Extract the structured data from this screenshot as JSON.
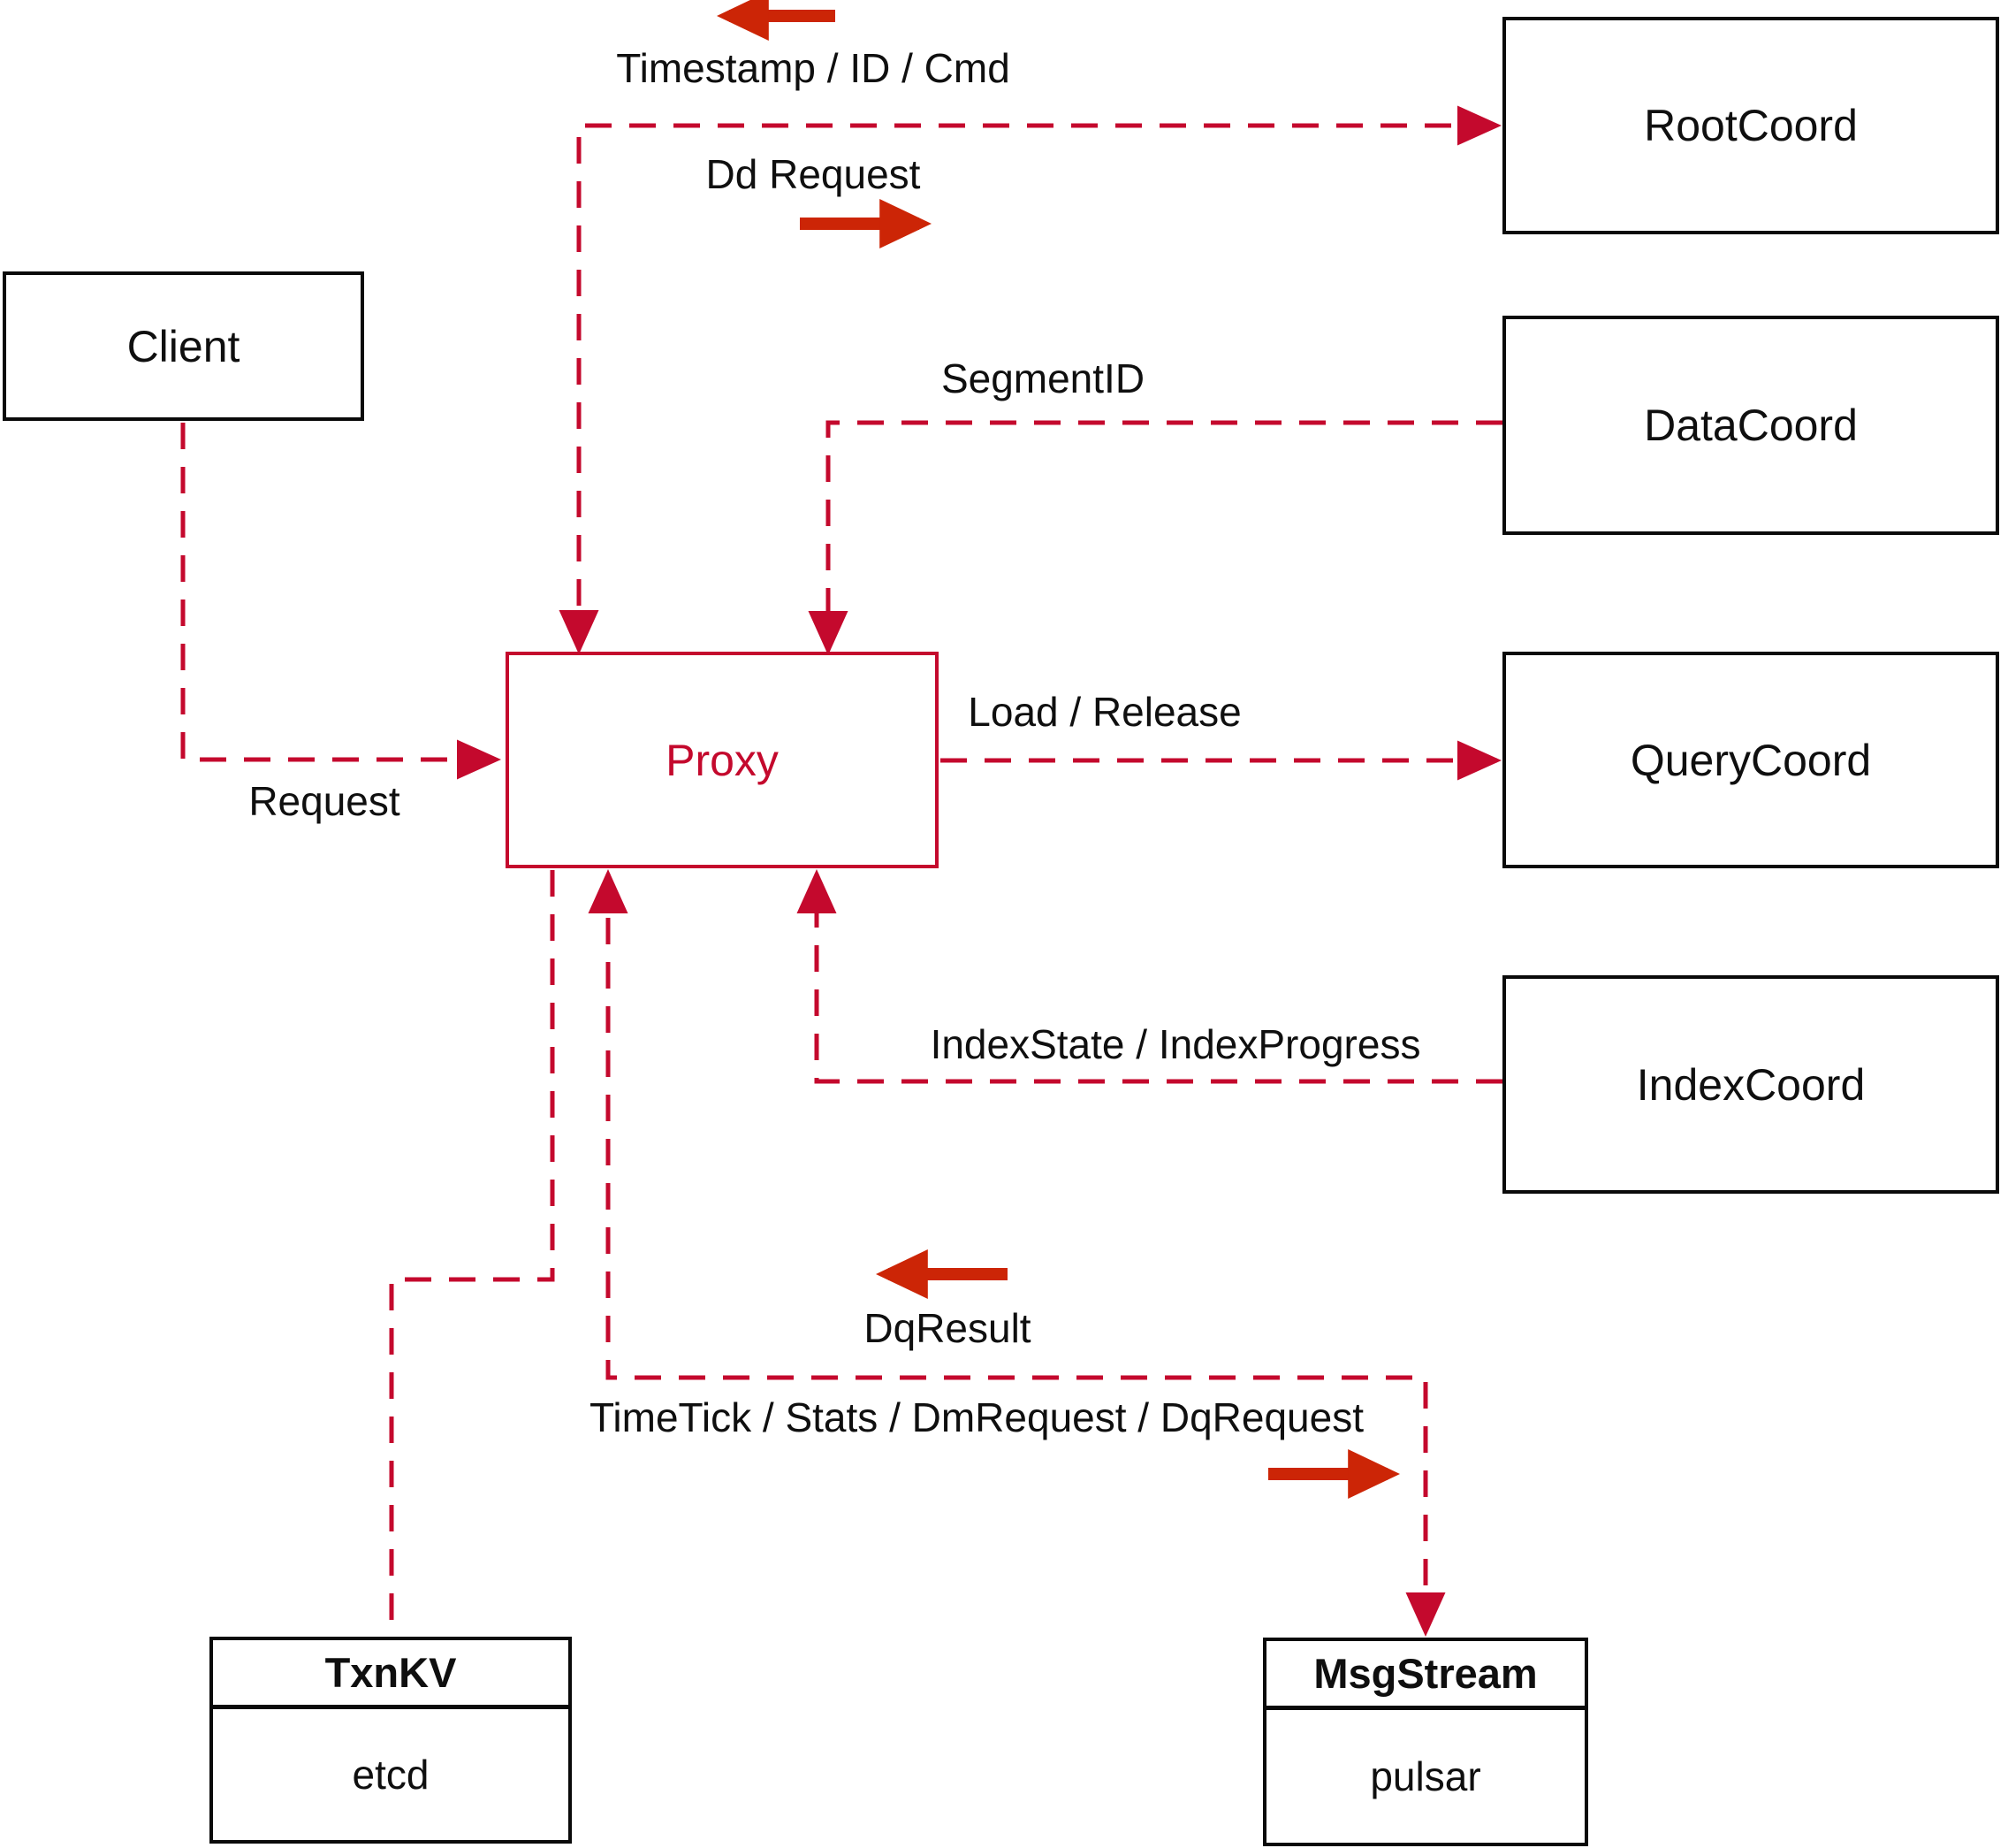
{
  "nodes": {
    "client": {
      "label": "Client"
    },
    "proxy": {
      "label": "Proxy"
    },
    "root_coord": {
      "label": "RootCoord"
    },
    "data_coord": {
      "label": "DataCoord"
    },
    "query_coord": {
      "label": "QueryCoord"
    },
    "index_coord": {
      "label": "IndexCoord"
    },
    "txn_kv": {
      "title": "TxnKV",
      "subtitle": "etcd"
    },
    "msg_stream": {
      "title": "MsgStream",
      "subtitle": "pulsar"
    }
  },
  "edges": [
    {
      "id": "client-to-proxy",
      "from": "Client",
      "to": "Proxy",
      "label": "Request",
      "style": "dashed",
      "arrowheads": "to"
    },
    {
      "id": "proxy-to-rootcoord",
      "from": "Proxy",
      "to": "RootCoord",
      "label": "Timestamp / ID / Cmd",
      "label2": "Dd Request",
      "style": "dashed",
      "arrowheads": "both"
    },
    {
      "id": "datacoord-to-proxy",
      "from": "DataCoord",
      "to": "Proxy",
      "label": "SegmentID",
      "style": "dashed",
      "arrowheads": "to"
    },
    {
      "id": "proxy-to-querycoord",
      "from": "Proxy",
      "to": "QueryCoord",
      "label": "Load / Release",
      "style": "dashed",
      "arrowheads": "to"
    },
    {
      "id": "indexcoord-to-proxy",
      "from": "IndexCoord",
      "to": "Proxy",
      "label": "IndexState / IndexProgress",
      "style": "dashed",
      "arrowheads": "to"
    },
    {
      "id": "proxy-to-msgstream",
      "from": "Proxy",
      "to": "MsgStream",
      "label": "DqResult",
      "label2": "TimeTick / Stats / DmRequest / DqRequest",
      "style": "dashed",
      "arrowheads": "both"
    },
    {
      "id": "proxy-to-txnkv",
      "from": "Proxy",
      "to": "TxnKV",
      "style": "dashed",
      "arrowheads": "none"
    }
  ],
  "colors": {
    "connector": "#c4092d",
    "solid_arrow": "#cc2506",
    "node_border": "#0a0a0a",
    "proxy_accent": "#c4092d",
    "text": "#0f0f0f",
    "background": "#ffffff"
  }
}
